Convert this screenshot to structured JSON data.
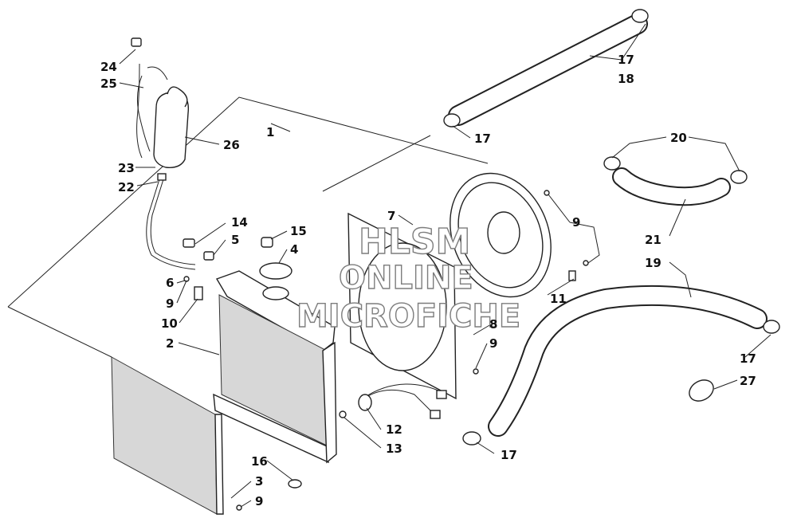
{
  "watermark": {
    "line1": "HLSM",
    "line2": "ONLINE",
    "line3": "MICROFICHE"
  },
  "callouts": {
    "c1": "1",
    "c2": "2",
    "c3": "3",
    "c4": "4",
    "c5": "5",
    "c6": "6",
    "c7": "7",
    "c8": "8",
    "c9a": "9",
    "c9b": "9",
    "c9c": "9",
    "c9d": "9",
    "c10": "10",
    "c11": "11",
    "c12": "12",
    "c13": "13",
    "c14": "14",
    "c15": "15",
    "c16": "16",
    "c17a": "17",
    "c17b": "17",
    "c17c": "17",
    "c17d": "17",
    "c18": "18",
    "c19": "19",
    "c20": "20",
    "c21": "21",
    "c22": "22",
    "c23": "23",
    "c24": "24",
    "c25": "25",
    "c26": "26",
    "c27": "27"
  }
}
